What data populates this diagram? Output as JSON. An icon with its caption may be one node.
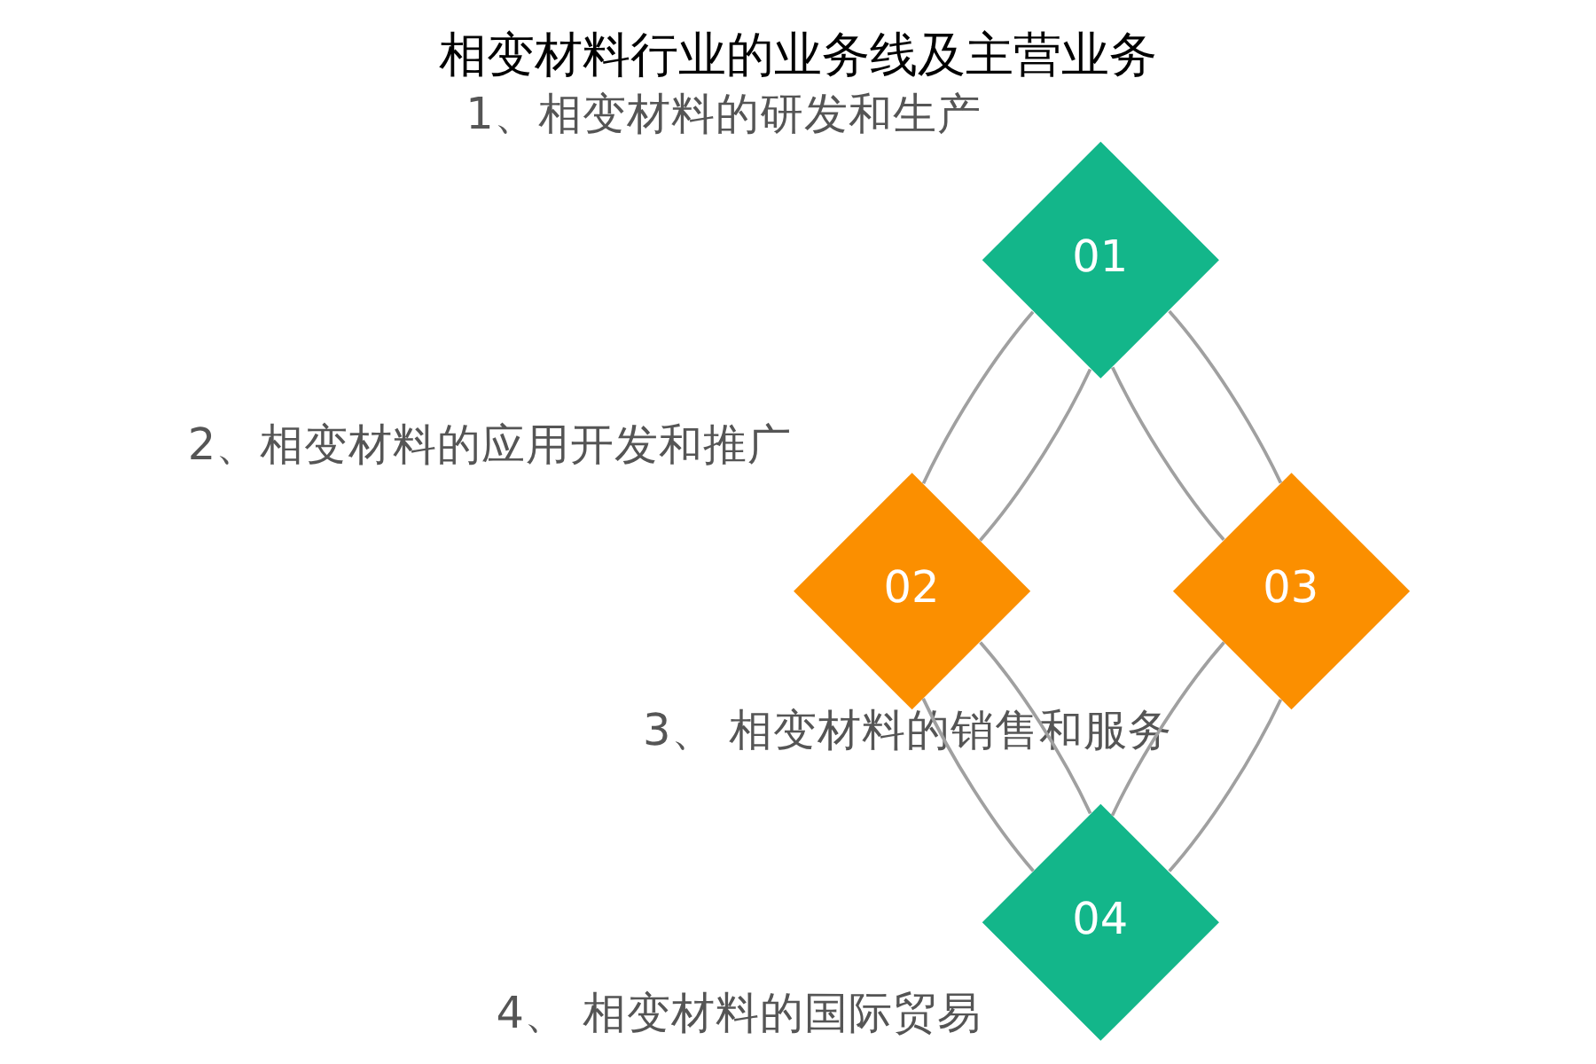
{
  "diagram": {
    "title": "相变材料行业的业务线及主营业务",
    "nodes": [
      {
        "text": [
          "01"
        ],
        "beside": [
          "1、相变材料的研发和生产"
        ]
      },
      {
        "text": [
          "02"
        ],
        "beside": [
          "2、相变材料的应用开发和推广"
        ]
      },
      {
        "text": [
          "03"
        ],
        "beside": [
          "3、 相变材料的销售和服务"
        ]
      },
      {
        "text": [
          "04"
        ],
        "beside": [
          "4、 相变材料的国际贸易"
        ]
      }
    ],
    "edges": [
      {
        "from": 0,
        "to": 1,
        "arrow": "none"
      },
      {
        "from": 0,
        "to": 1,
        "arrow": "none"
      },
      {
        "from": 0,
        "to": 2,
        "arrow": "none"
      },
      {
        "from": 0,
        "to": 2,
        "arrow": "none"
      },
      {
        "from": 1,
        "to": 3,
        "arrow": "none"
      },
      {
        "from": 1,
        "to": 3,
        "arrow": "none"
      },
      {
        "from": 2,
        "to": 3,
        "arrow": "none"
      },
      {
        "from": 2,
        "to": 3,
        "arrow": "none"
      }
    ]
  }
}
